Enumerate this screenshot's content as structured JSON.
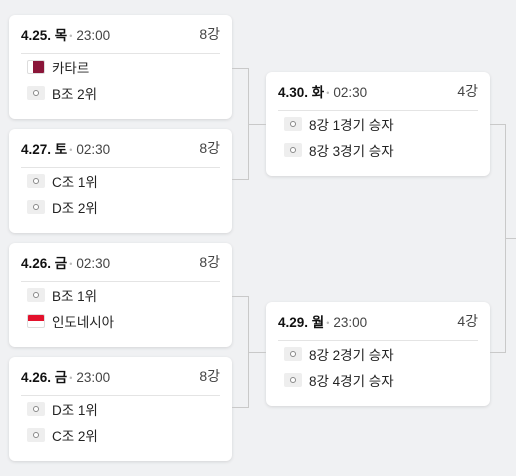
{
  "quarterfinals": [
    {
      "date": "4.25. 목",
      "time": "23:00",
      "round": "8강",
      "teams": [
        {
          "name": "카타르",
          "icon": "flag-qatar"
        },
        {
          "name": "B조 2위",
          "icon": "soccer-ball"
        }
      ]
    },
    {
      "date": "4.27. 토",
      "time": "02:30",
      "round": "8강",
      "teams": [
        {
          "name": "C조 1위",
          "icon": "soccer-ball"
        },
        {
          "name": "D조 2위",
          "icon": "soccer-ball"
        }
      ]
    },
    {
      "date": "4.26. 금",
      "time": "02:30",
      "round": "8강",
      "teams": [
        {
          "name": "B조 1위",
          "icon": "soccer-ball"
        },
        {
          "name": "인도네시아",
          "icon": "flag-indonesia"
        }
      ]
    },
    {
      "date": "4.26. 금",
      "time": "23:00",
      "round": "8강",
      "teams": [
        {
          "name": "D조 1위",
          "icon": "soccer-ball"
        },
        {
          "name": "C조 2위",
          "icon": "soccer-ball"
        }
      ]
    }
  ],
  "semifinals": [
    {
      "date": "4.30. 화",
      "time": "02:30",
      "round": "4강",
      "teams": [
        {
          "name": "8강 1경기 승자",
          "icon": "soccer-ball"
        },
        {
          "name": "8강 3경기 승자",
          "icon": "soccer-ball"
        }
      ]
    },
    {
      "date": "4.29. 월",
      "time": "23:00",
      "round": "4강",
      "teams": [
        {
          "name": "8강 2경기 승자",
          "icon": "soccer-ball"
        },
        {
          "name": "8강 4경기 승자",
          "icon": "soccer-ball"
        }
      ]
    }
  ]
}
